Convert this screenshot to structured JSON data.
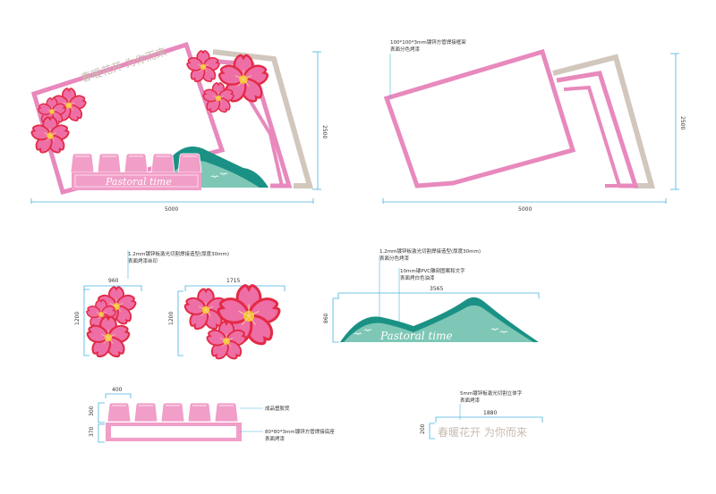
{
  "slogan": "春暖花开 为你而来",
  "brand": "Pastoral time",
  "dimensions": {
    "total_width": "5000",
    "total_height": "2500",
    "flower_small_w": "960",
    "flower_large_w": "1715",
    "flower_h": "1200",
    "sign_w": "3565",
    "sign_h": "860",
    "seat_w": "400",
    "seat_h": "300",
    "base_h": "370",
    "text_w": "1880",
    "text_h": "200"
  },
  "notes": {
    "frame_1": "100*100*3mm镀锌方管焊接框架",
    "frame_2": "表面分色烤漆",
    "flower_1": "1.2mm镀锌板激光切割焊接造型(厚度30mm)",
    "flower_2": "表面烤漆丝印",
    "sign_1": "1.2mm镀锌板激光切割焊接造型(厚度30mm)",
    "sign_2": "表面分色烤漆",
    "pvc_1": "10mm镂PVC雕刻图案和文字",
    "pvc_2": "表面烤白色油漆",
    "seats": "成品塑胶凳",
    "base_1": "80*80*3mm镀锌方管焊接底座",
    "base_2": "表面烤漆",
    "text_1": "5mm镀锌板激光切割立体字",
    "text_2": "表面烤漆"
  },
  "colors": {
    "pink": "#e889bd",
    "beige": "#d2c7bd",
    "teal": "#1b9185",
    "mint": "#7ec7b6",
    "petal": "#ee6fa6",
    "petal_edge": "#e32a46",
    "center": "#f6c22b",
    "dimension_line": "#4ab3df"
  },
  "icons": [
    "cherry-blossom-icon",
    "seagull-icon"
  ]
}
